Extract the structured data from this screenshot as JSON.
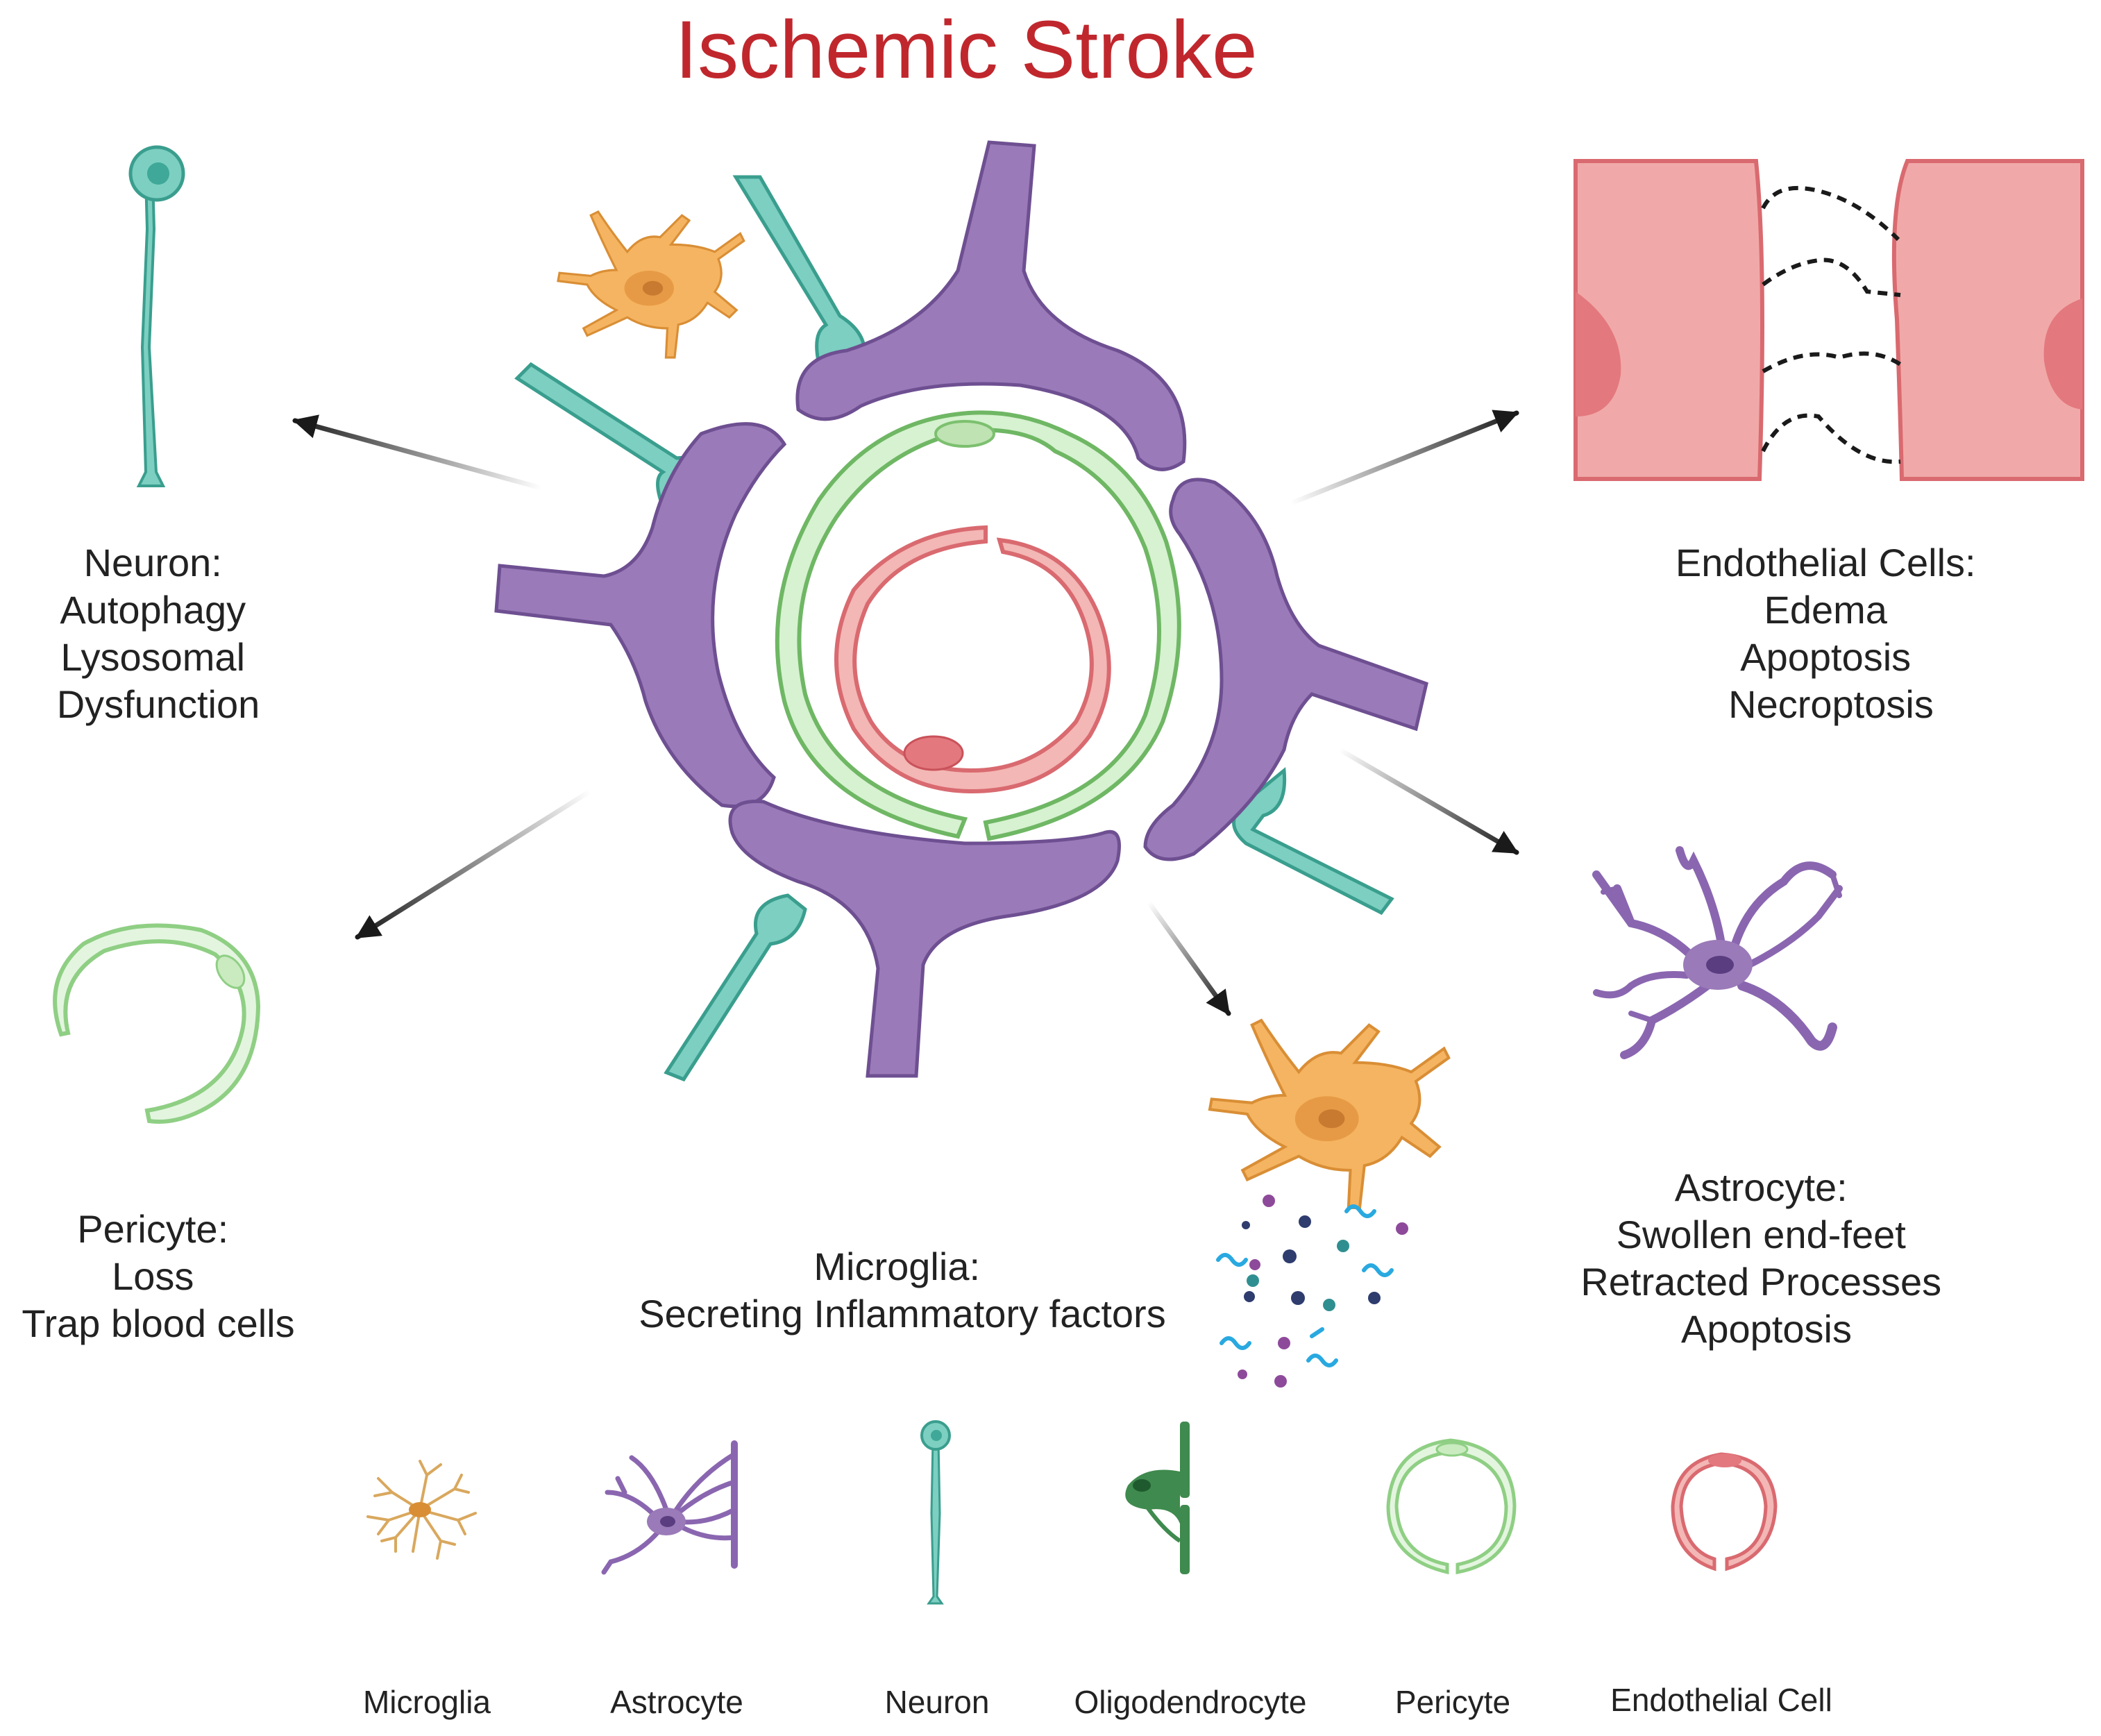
{
  "title": "Ischemic Stroke",
  "colors": {
    "title": "#c0272d",
    "astrocyte": "#9a7ab8",
    "neuron": "#7ccfc1",
    "pericyte": "#bfe8b8",
    "endothelial": "#f0a9a8",
    "microglia_activated": "#f5b461",
    "microglia_resting": "#d9a85e",
    "oligodendrocyte": "#3f8a4e"
  },
  "labels": {
    "neuron": [
      "Neuron:",
      "Autophagy",
      "Lysosomal",
      "Dysfunction"
    ],
    "endothelial": [
      "Endothelial Cells:",
      "Edema",
      "Apoptosis",
      "Necroptosis"
    ],
    "pericyte": [
      "Pericyte:",
      "Loss",
      "Trap blood cells"
    ],
    "microglia": [
      "Microglia:",
      "Secreting Inflammatory factors"
    ],
    "astrocyte": [
      "Astrocyte:",
      "Swollen end-feet",
      "Retracted Processes",
      "Apoptosis"
    ]
  },
  "legend": [
    "Microglia",
    "Astrocyte",
    "Neuron",
    "Oligodendrocyte",
    "Pericyte",
    "Endothelial Cell"
  ],
  "icons": [
    "microglia-icon",
    "astrocyte-icon",
    "neuron-icon",
    "oligodendrocyte-icon",
    "pericyte-icon",
    "endothelial-cell-icon"
  ]
}
